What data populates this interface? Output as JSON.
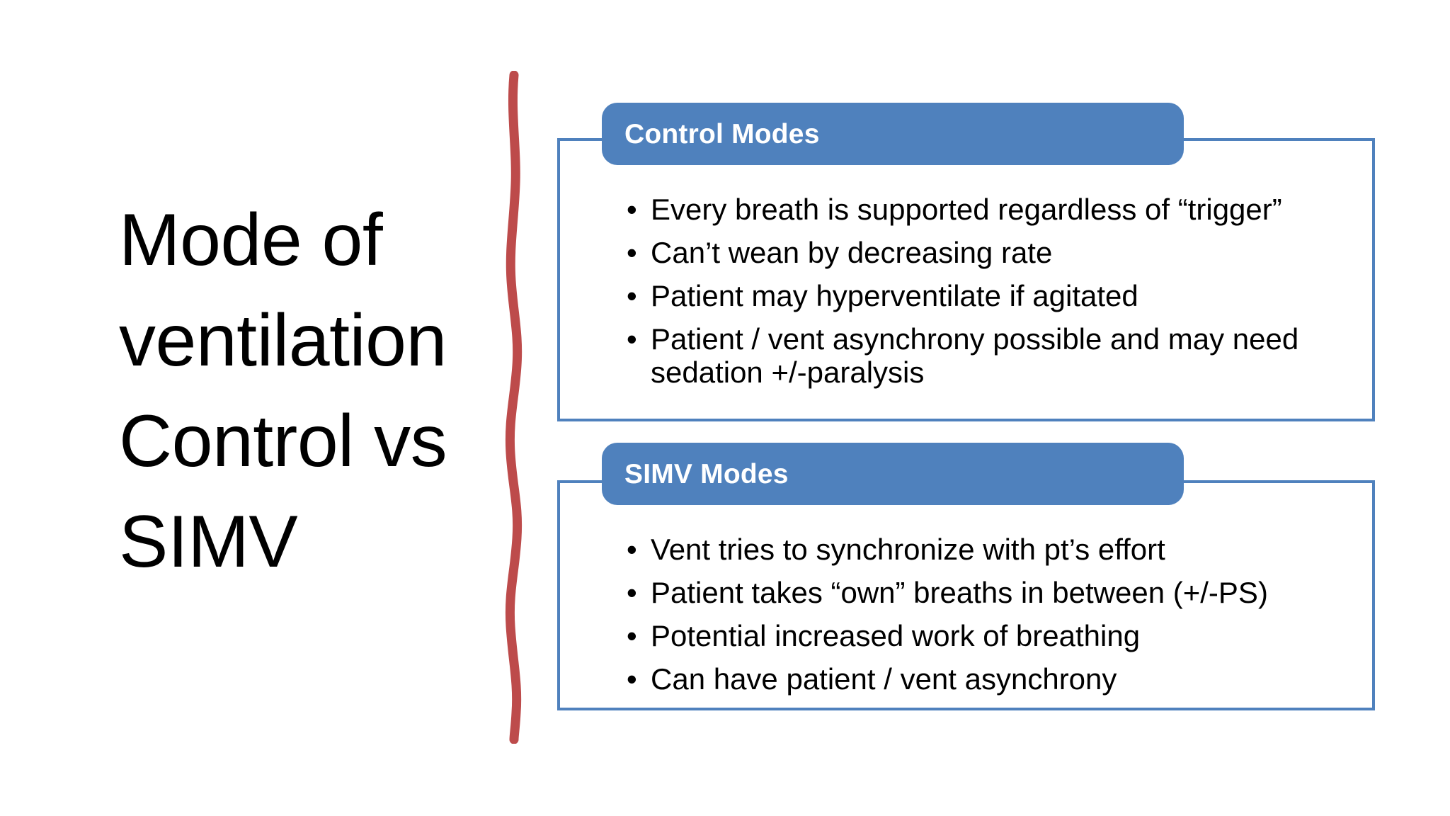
{
  "slide": {
    "title_lines": "Mode of\nventilation\nControl vs\nSIMV",
    "title_text": "Mode of ventilation Control vs SIMV",
    "background_color": "#FFFFFF"
  },
  "decor": {
    "divider_name": "red-brush-stroke-divider",
    "divider_color": "#BD4B4B",
    "accent_color": "#4F81BD",
    "outline_color": "#4F81BD",
    "text_color": "#000000",
    "header_text_color": "#FFFFFF"
  },
  "sections": [
    {
      "id": "control",
      "header": "Control Modes",
      "bullet_glyph": "•",
      "bullets": [
        "Every breath is supported regardless of “trigger”",
        "Can’t wean by decreasing rate",
        "Patient may hyperventilate if agitated",
        "Patient / vent asynchrony possible and may need sedation +/-paralysis"
      ]
    },
    {
      "id": "simv",
      "header": "SIMV Modes",
      "bullet_glyph": "•",
      "bullets": [
        "Vent tries to synchronize with pt’s effort",
        "Patient takes “own” breaths in between (+/-PS)",
        "Potential increased work of breathing",
        "Can have patient / vent asynchrony"
      ]
    }
  ]
}
